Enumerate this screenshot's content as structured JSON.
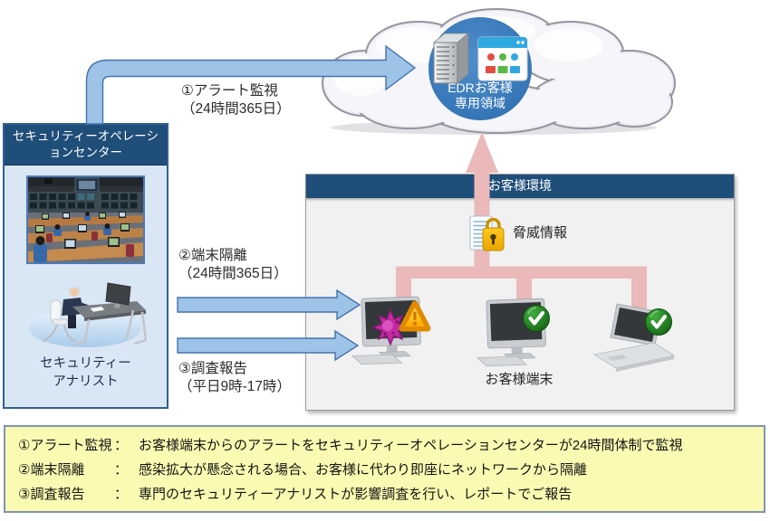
{
  "cloud": {
    "platform_label_line1": "EDRお客様",
    "platform_label_line2": "専用領域"
  },
  "soc_box": {
    "title_line1": "セキュリティーオペレーシ",
    "title_line2": "ョンセンター",
    "analyst_line1": "セキュリティー",
    "analyst_line2": "アナリスト"
  },
  "flows": [
    {
      "label": "①アラート監視",
      "schedule": "（24時間365日）"
    },
    {
      "label": "②端末隔離",
      "schedule": "（24時間365日）"
    },
    {
      "label": "③調査報告",
      "schedule": "（平日9時-17時）"
    }
  ],
  "customer_env": {
    "title": "お客様環境",
    "threat_info_label": "脅威情報",
    "devices_label": "お客様端末"
  },
  "legend": {
    "rows": [
      {
        "label": "①アラート監視",
        "colon": "：",
        "desc": "お客様端末からのアラートをセキュリティーオペレーションセンターが24時間体制で監視"
      },
      {
        "label": "②端末隔離",
        "colon": "：",
        "desc": "感染拡大が懸念される場合、お客様に代わり即座にネットワークから隔離"
      },
      {
        "label": "③調査報告",
        "colon": "：",
        "desc": "専門のセキュリティーアナリストが影響調査を行い、レポートでご報告"
      }
    ]
  },
  "icons": {
    "cloud": "cloud-shape",
    "server": "server-icon",
    "dashboard": "dashboard-icon",
    "document": "document-icon",
    "lock": "lock-icon",
    "virus": "virus-icon",
    "warning": "warning-icon",
    "check": "check-icon",
    "desktop": "desktop-icon",
    "laptop": "laptop-icon"
  },
  "colors": {
    "header_navy": "#1F4E79",
    "soc_fill_blue": "#D9E6F4",
    "arrow_blue_fill": "#9DC3E6",
    "arrow_blue_stroke": "#4472B0",
    "pink_connector": "#EBB9B9",
    "cloud_circle_blue": "#3D7EC1",
    "legend_yellow": "#FAFAB2",
    "status_ok_green": "#1E8A1E",
    "alert_orange": "#F0A500",
    "virus_magenta": "#C32AA3"
  }
}
